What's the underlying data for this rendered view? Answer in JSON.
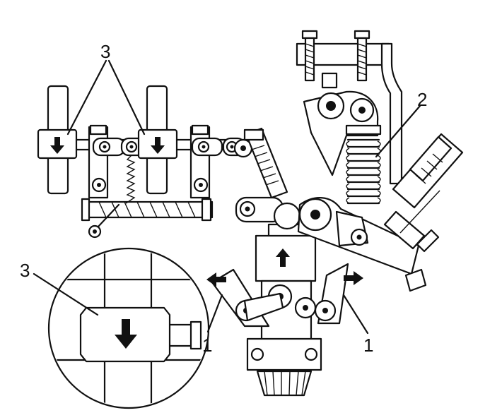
{
  "callouts": {
    "label_3": "3",
    "label_2": "2",
    "label_1": "1"
  },
  "colors": {
    "line": "#111111",
    "background": "#ffffff"
  },
  "icons": [
    "arrow-down-icon",
    "arrow-up-icon",
    "arrow-left-icon",
    "arrow-right-icon"
  ]
}
